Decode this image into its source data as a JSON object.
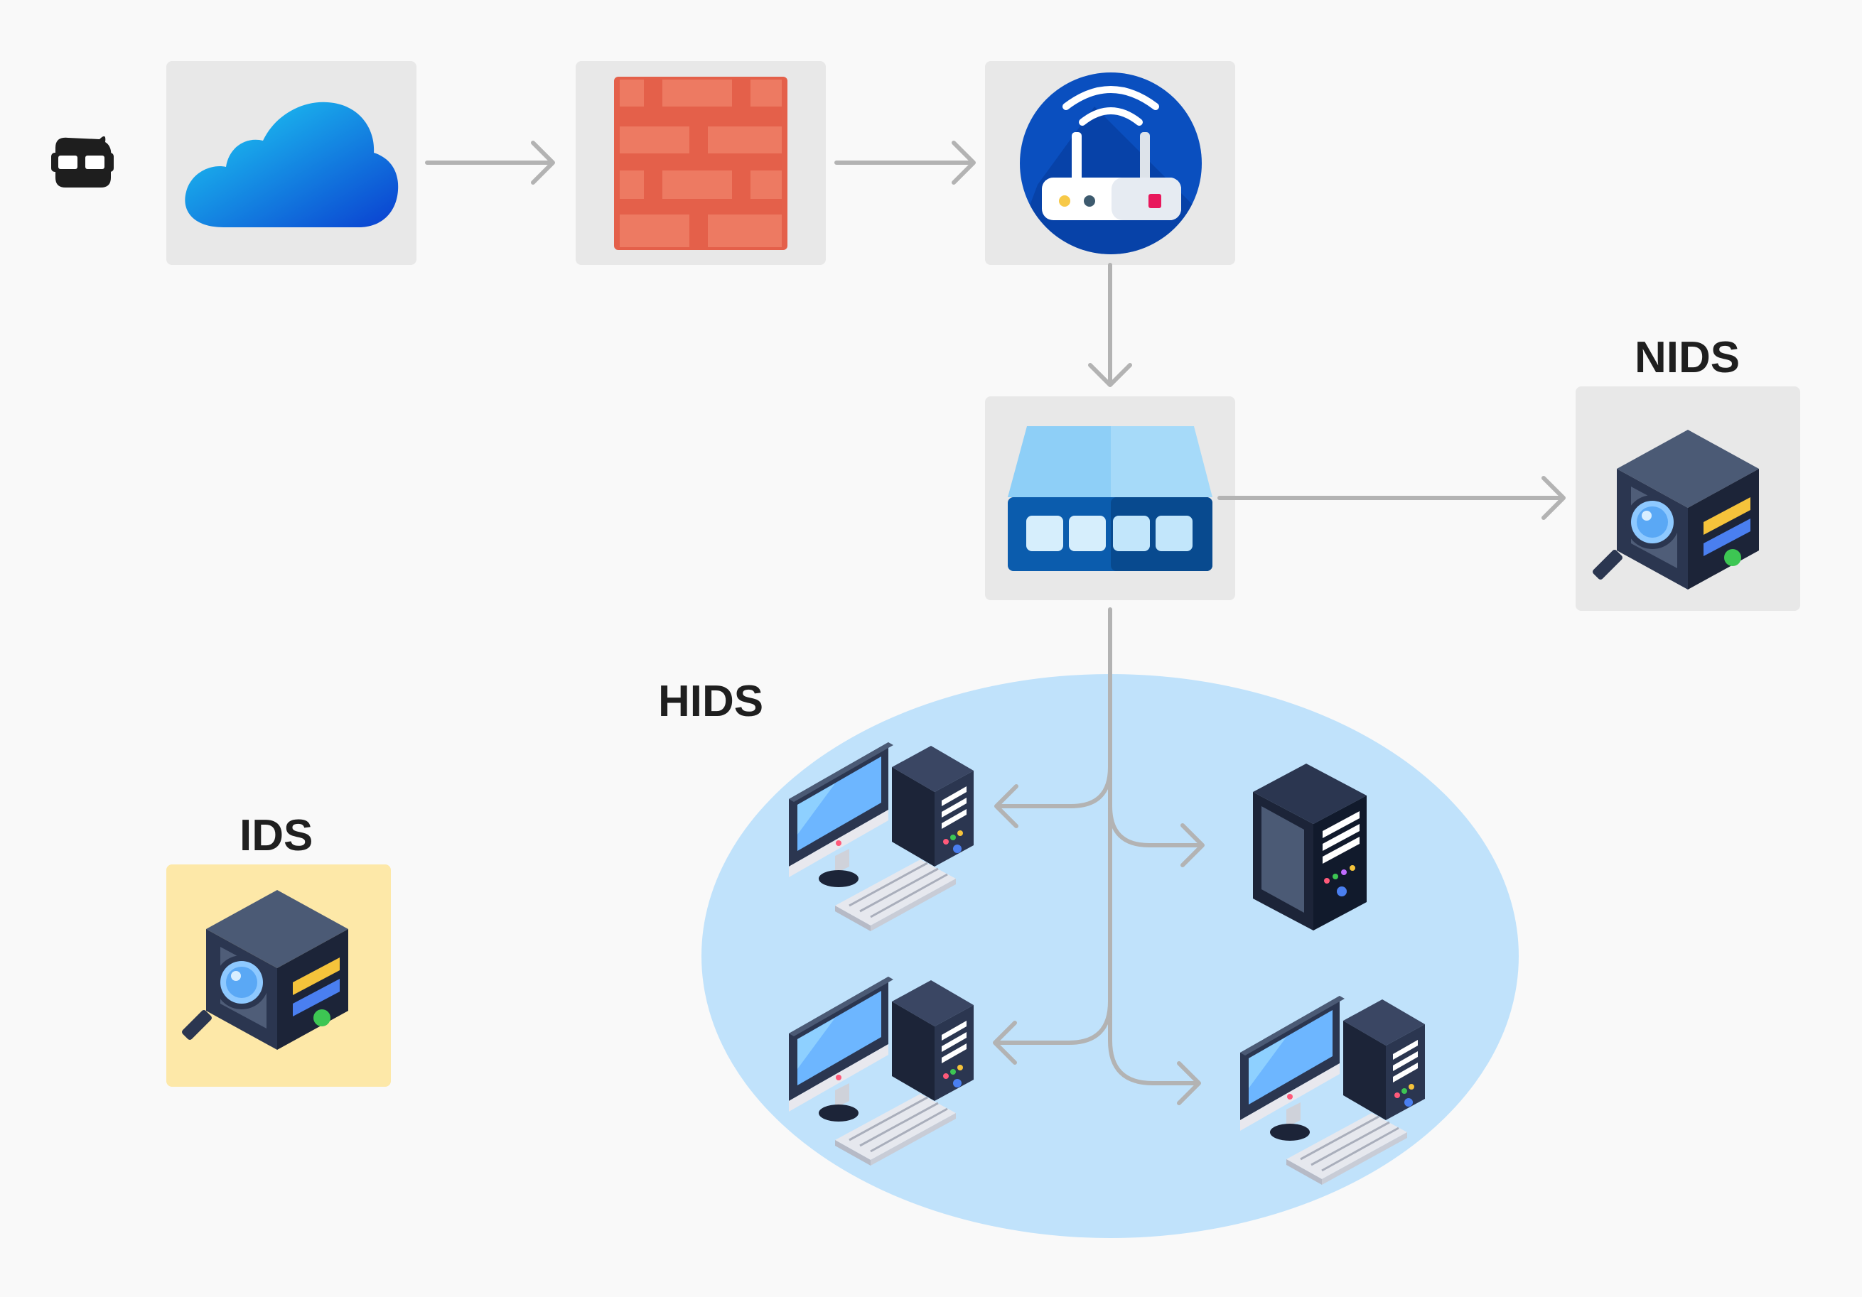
{
  "diagram": {
    "labels": {
      "nids": "NIDS",
      "hids": "HIDS",
      "ids": "IDS"
    },
    "nodes": [
      {
        "id": "attacker",
        "icon": "attacker-icon"
      },
      {
        "id": "internet",
        "icon": "cloud-icon"
      },
      {
        "id": "firewall",
        "icon": "firewall-icon"
      },
      {
        "id": "router",
        "icon": "router-icon"
      },
      {
        "id": "switch",
        "icon": "switch-icon"
      },
      {
        "id": "nids",
        "icon": "ids-server-icon"
      },
      {
        "id": "ids",
        "icon": "ids-server-icon"
      },
      {
        "id": "host1",
        "icon": "workstation-icon"
      },
      {
        "id": "host2",
        "icon": "server-icon"
      },
      {
        "id": "host3",
        "icon": "workstation-icon"
      },
      {
        "id": "host4",
        "icon": "workstation-icon"
      }
    ],
    "colors": {
      "background": "#f9f9f9",
      "tile": "#e8e8e8",
      "ids_tile": "#fde8a8",
      "hids_zone": "#c0e2fb",
      "connector": "#b3b3b3"
    }
  }
}
